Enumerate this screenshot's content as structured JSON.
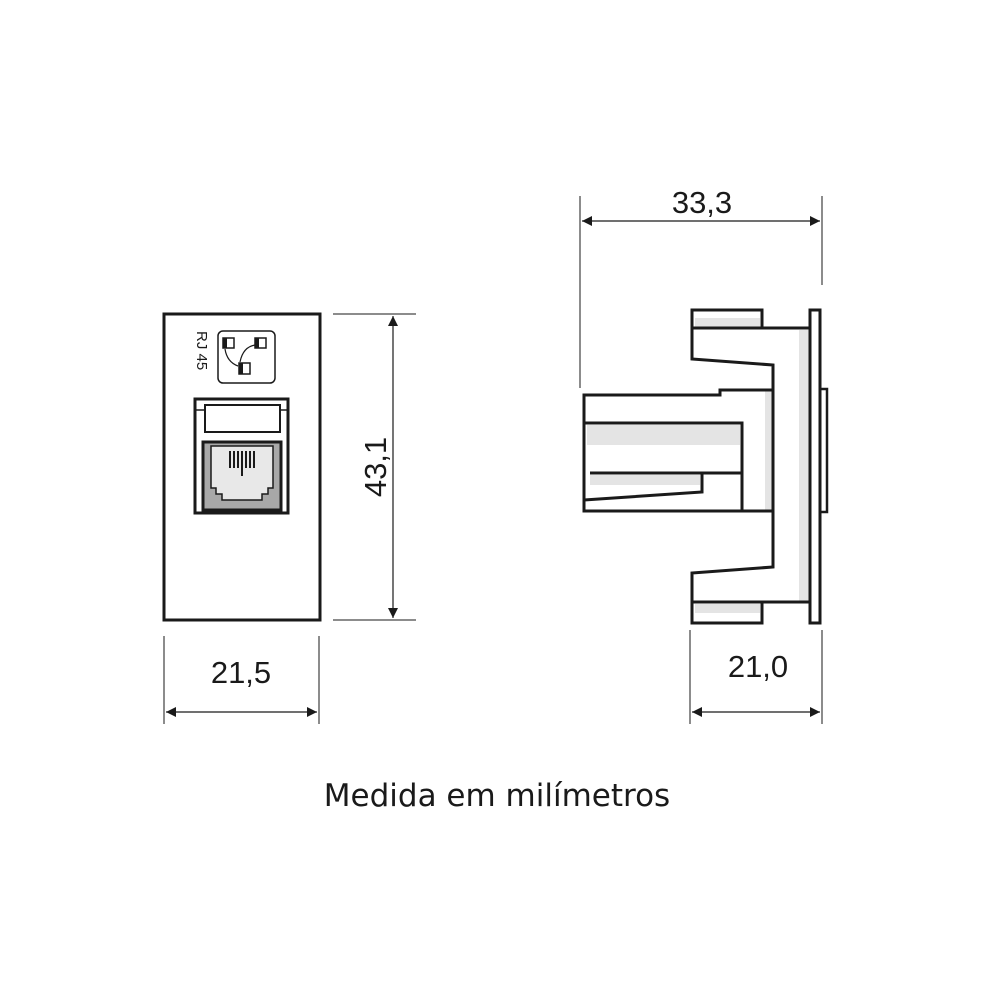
{
  "front_view": {
    "label": "RJ 45",
    "width_dimension": "21,5",
    "height_dimension": "43,1"
  },
  "side_view": {
    "depth_dimension": "33,3",
    "plate_dimension": "21,0"
  },
  "caption": "Medida em milímetros",
  "colors": {
    "line": "#1a1a1a",
    "shade": "#e4e4e4",
    "jack_gray": "#a8a8a8"
  }
}
